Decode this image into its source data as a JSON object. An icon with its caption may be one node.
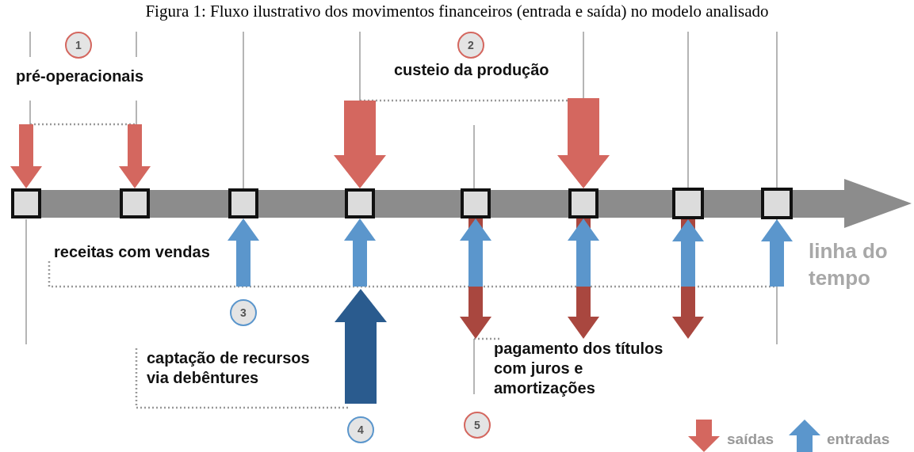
{
  "diagram": {
    "title": "Figura 1:  Fluxo ilustrativo dos movimentos financeiros (entrada e saída) no modelo analisado",
    "nodes": [
      {
        "text": [],
        "shape": "box"
      },
      {
        "text": [],
        "shape": "box"
      },
      {
        "text": [],
        "shape": "box"
      },
      {
        "text": [],
        "shape": "box"
      },
      {
        "text": [],
        "shape": "box"
      },
      {
        "text": [],
        "shape": "box"
      },
      {
        "text": [],
        "shape": "box"
      },
      {
        "text": [],
        "shape": "box"
      }
    ],
    "edges": [
      {
        "from": null,
        "to": 0,
        "arrow": "to",
        "color": "#d4675f"
      },
      {
        "from": null,
        "to": 1,
        "arrow": "to",
        "color": "#d4675f"
      },
      {
        "from": null,
        "to": 3,
        "arrow": "to",
        "style": "thick",
        "color": "#d4675f"
      },
      {
        "from": null,
        "to": 5,
        "arrow": "to",
        "style": "thick",
        "color": "#d4675f"
      },
      {
        "from": null,
        "to": 2,
        "arrow": "to"
      },
      {
        "from": null,
        "to": 3,
        "arrow": "to"
      },
      {
        "from": null,
        "to": 4,
        "arrow": "to"
      },
      {
        "from": null,
        "to": 5,
        "arrow": "to"
      },
      {
        "from": null,
        "to": 6,
        "arrow": "to"
      },
      {
        "from": null,
        "to": 7,
        "arrow": "to"
      },
      {
        "from": null,
        "to": 3,
        "arrow": "to",
        "style": "thick",
        "color": "#2a5b8e"
      },
      {
        "from": 4,
        "to": null,
        "arrow": "to",
        "color": "#a9473f"
      },
      {
        "from": 5,
        "to": null,
        "arrow": "to",
        "color": "#a9473f"
      },
      {
        "from": 6,
        "to": null,
        "arrow": "to",
        "color": "#a9473f"
      }
    ],
    "labels": [
      "1",
      "2",
      "pré-operacionais",
      "custeio da produção",
      "receitas com vendas",
      "linha do tempo",
      "3",
      "captação de recursos via debêntures",
      "pagamento dos títulos com juros e amortizações",
      "4",
      "5"
    ],
    "legend": [
      {
        "text": "saídas"
      },
      {
        "text": "entradas"
      }
    ]
  }
}
